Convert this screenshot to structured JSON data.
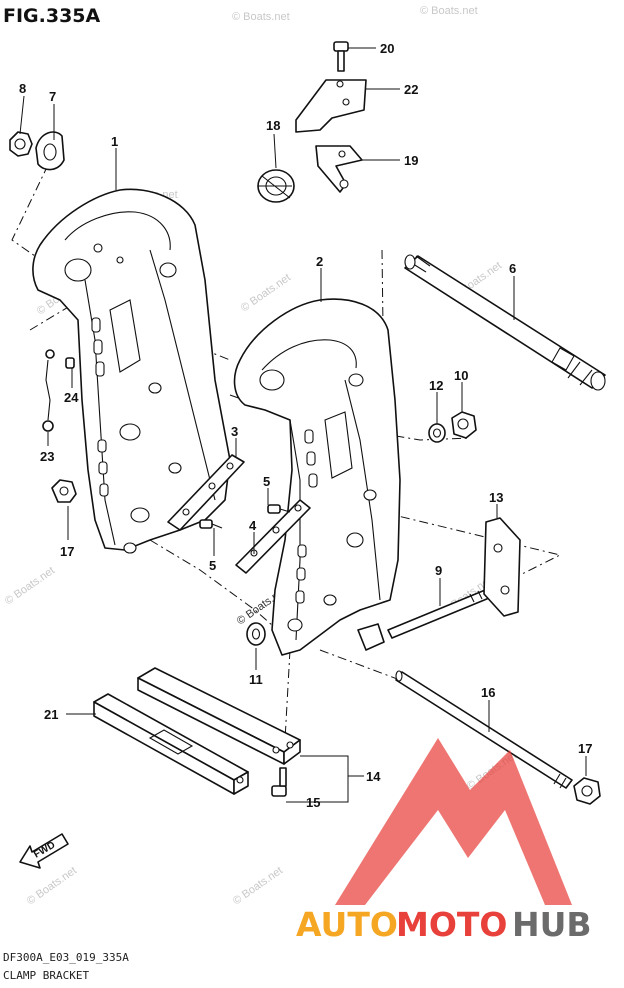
{
  "figure_title": "FIG.335A",
  "footer": {
    "code": "DF300A_E03_019_335A",
    "caption": "CLAMP BRACKET"
  },
  "callouts": {
    "p1": "1",
    "p2": "2",
    "p3": "3",
    "p4": "4",
    "p5a": "5",
    "p5b": "5",
    "p6": "6",
    "p7": "7",
    "p8": "8",
    "p9": "9",
    "p10": "10",
    "p11": "11",
    "p12": "12",
    "p13": "13",
    "p14": "14",
    "p15": "15",
    "p16": "16",
    "p17a": "17",
    "p17b": "17",
    "p18": "18",
    "p19": "19",
    "p20": "20",
    "p21": "21",
    "p22": "22",
    "p23": "23",
    "p24": "24"
  },
  "direction_arrow": {
    "label": "FWD"
  },
  "watermark": {
    "text": "© Boats.net"
  },
  "logo": {
    "part_auto": "AUTO",
    "part_moto": "MOTO",
    "part_hub": "HUB",
    "color_red": "#e8403a",
    "color_orange": "#f5a623",
    "color_gray": "#6b6b6b"
  }
}
